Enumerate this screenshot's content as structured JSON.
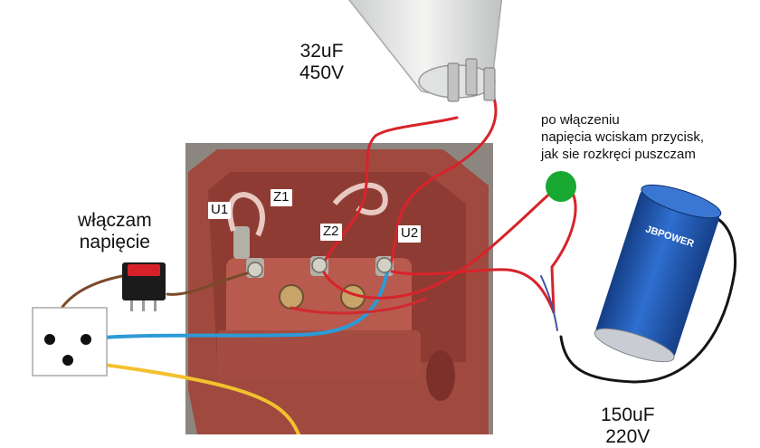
{
  "capacitor_run": {
    "label_line1": "32uF",
    "label_line2": "450V"
  },
  "capacitor_start": {
    "label_line1": "150uF",
    "label_line2": "220V",
    "brand": "JBPOWER"
  },
  "switch_label": {
    "line1": "włączam",
    "line2": "napięcie"
  },
  "button_note": {
    "line1": "po włączeniu",
    "line2": "napięcia wciskam przycisk,",
    "line3": "jak sie rozkręci puszczam"
  },
  "terminals": {
    "u1": "U1",
    "z1": "Z1",
    "z2": "Z2",
    "u2": "U2"
  },
  "colors": {
    "wire_red": "#d8232a",
    "wire_brown": "#7a4a2a",
    "wire_blue": "#2c9ad6",
    "wire_yellow": "#f2c12e",
    "wire_black": "#151515",
    "button_green": "#19a832",
    "motor_body": "#a0493f",
    "capacitor_start": "#1e57b4"
  }
}
